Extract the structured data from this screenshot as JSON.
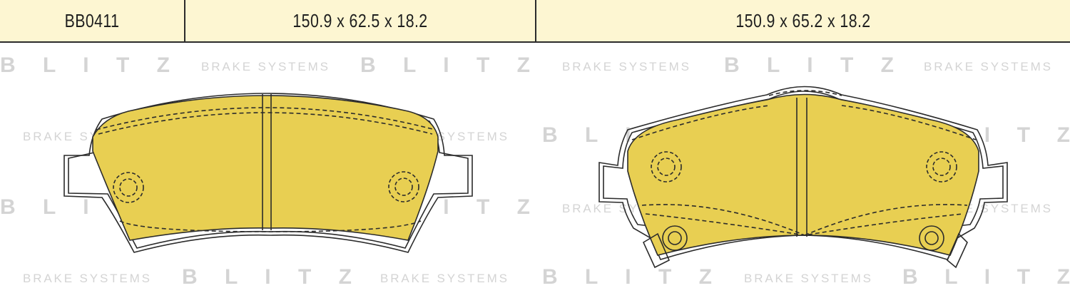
{
  "header": {
    "part_number": "BB0411",
    "dimension_left": "150.9 x 62.5 x 18.2",
    "dimension_right": "150.9 x 65.2 x 18.2"
  },
  "watermark": {
    "brand": "B L I T Z",
    "tagline": "BRAKE SYSTEMS"
  },
  "colors": {
    "pad_fill": "#e8cf52",
    "header_bg": "#fdf6d2",
    "outline": "#2b2b2b",
    "watermark": "#d4d4d4"
  }
}
